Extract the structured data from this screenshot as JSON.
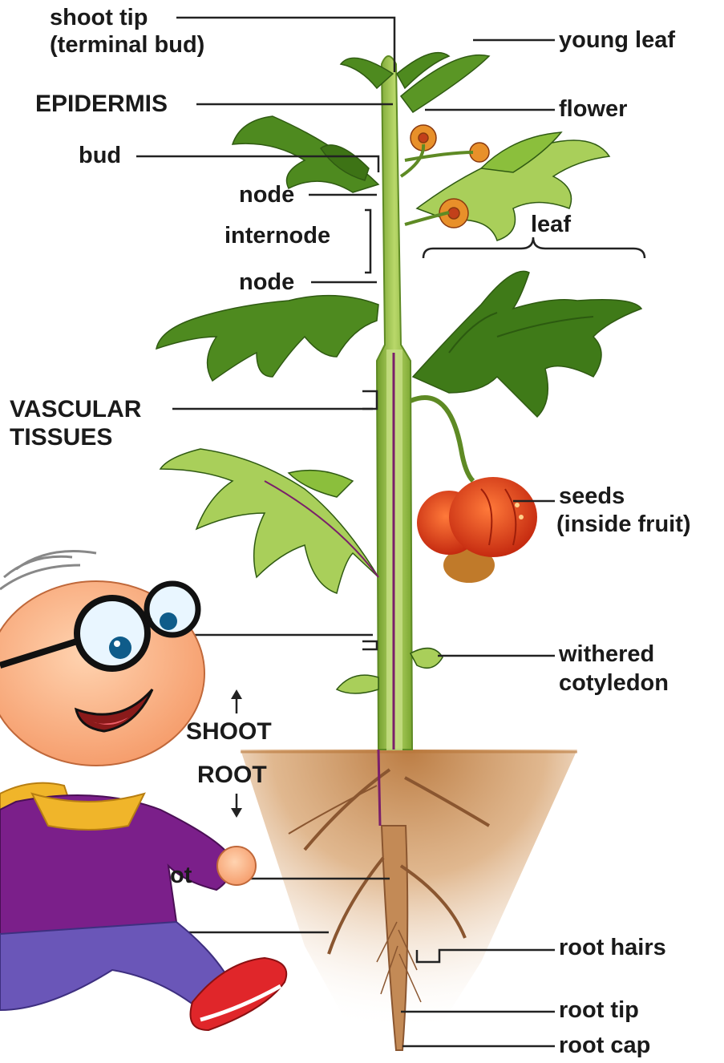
{
  "labels": {
    "shoot_tip": "shoot tip",
    "terminal_bud": "(terminal bud)",
    "epidermis": "EPIDERMIS",
    "bud": "bud",
    "node_upper": "node",
    "internode": "internode",
    "node_lower": "node",
    "vascular": "VASCULAR",
    "tissues": "TISSUES",
    "shoot": "SHOOT",
    "root": "ROOT",
    "young_leaf": "young leaf",
    "flower": "flower",
    "leaf": "leaf",
    "seeds": "seeds",
    "inside_fruit": "(inside fruit)",
    "withered": "withered",
    "cotyledon": "cotyledon",
    "root_hairs": "root hairs",
    "root_tip": "root tip",
    "root_cap": "root cap",
    "partial_label": "ot"
  },
  "colors": {
    "stem": "#9cc24a",
    "stem_dark": "#5e8a24",
    "leaf": "#4e8a1f",
    "leaf_light": "#a9cf5a",
    "vein": "#7a1f6a",
    "fruit": "#e8401c",
    "flower": "#e8902a",
    "soil": "#c98a4b",
    "root": "#c38a56",
    "character_shirt": "#7b1f8a",
    "character_skin": "#ffb98c",
    "character_pants": "#6a56b8",
    "character_shoe": "#e0262a"
  }
}
